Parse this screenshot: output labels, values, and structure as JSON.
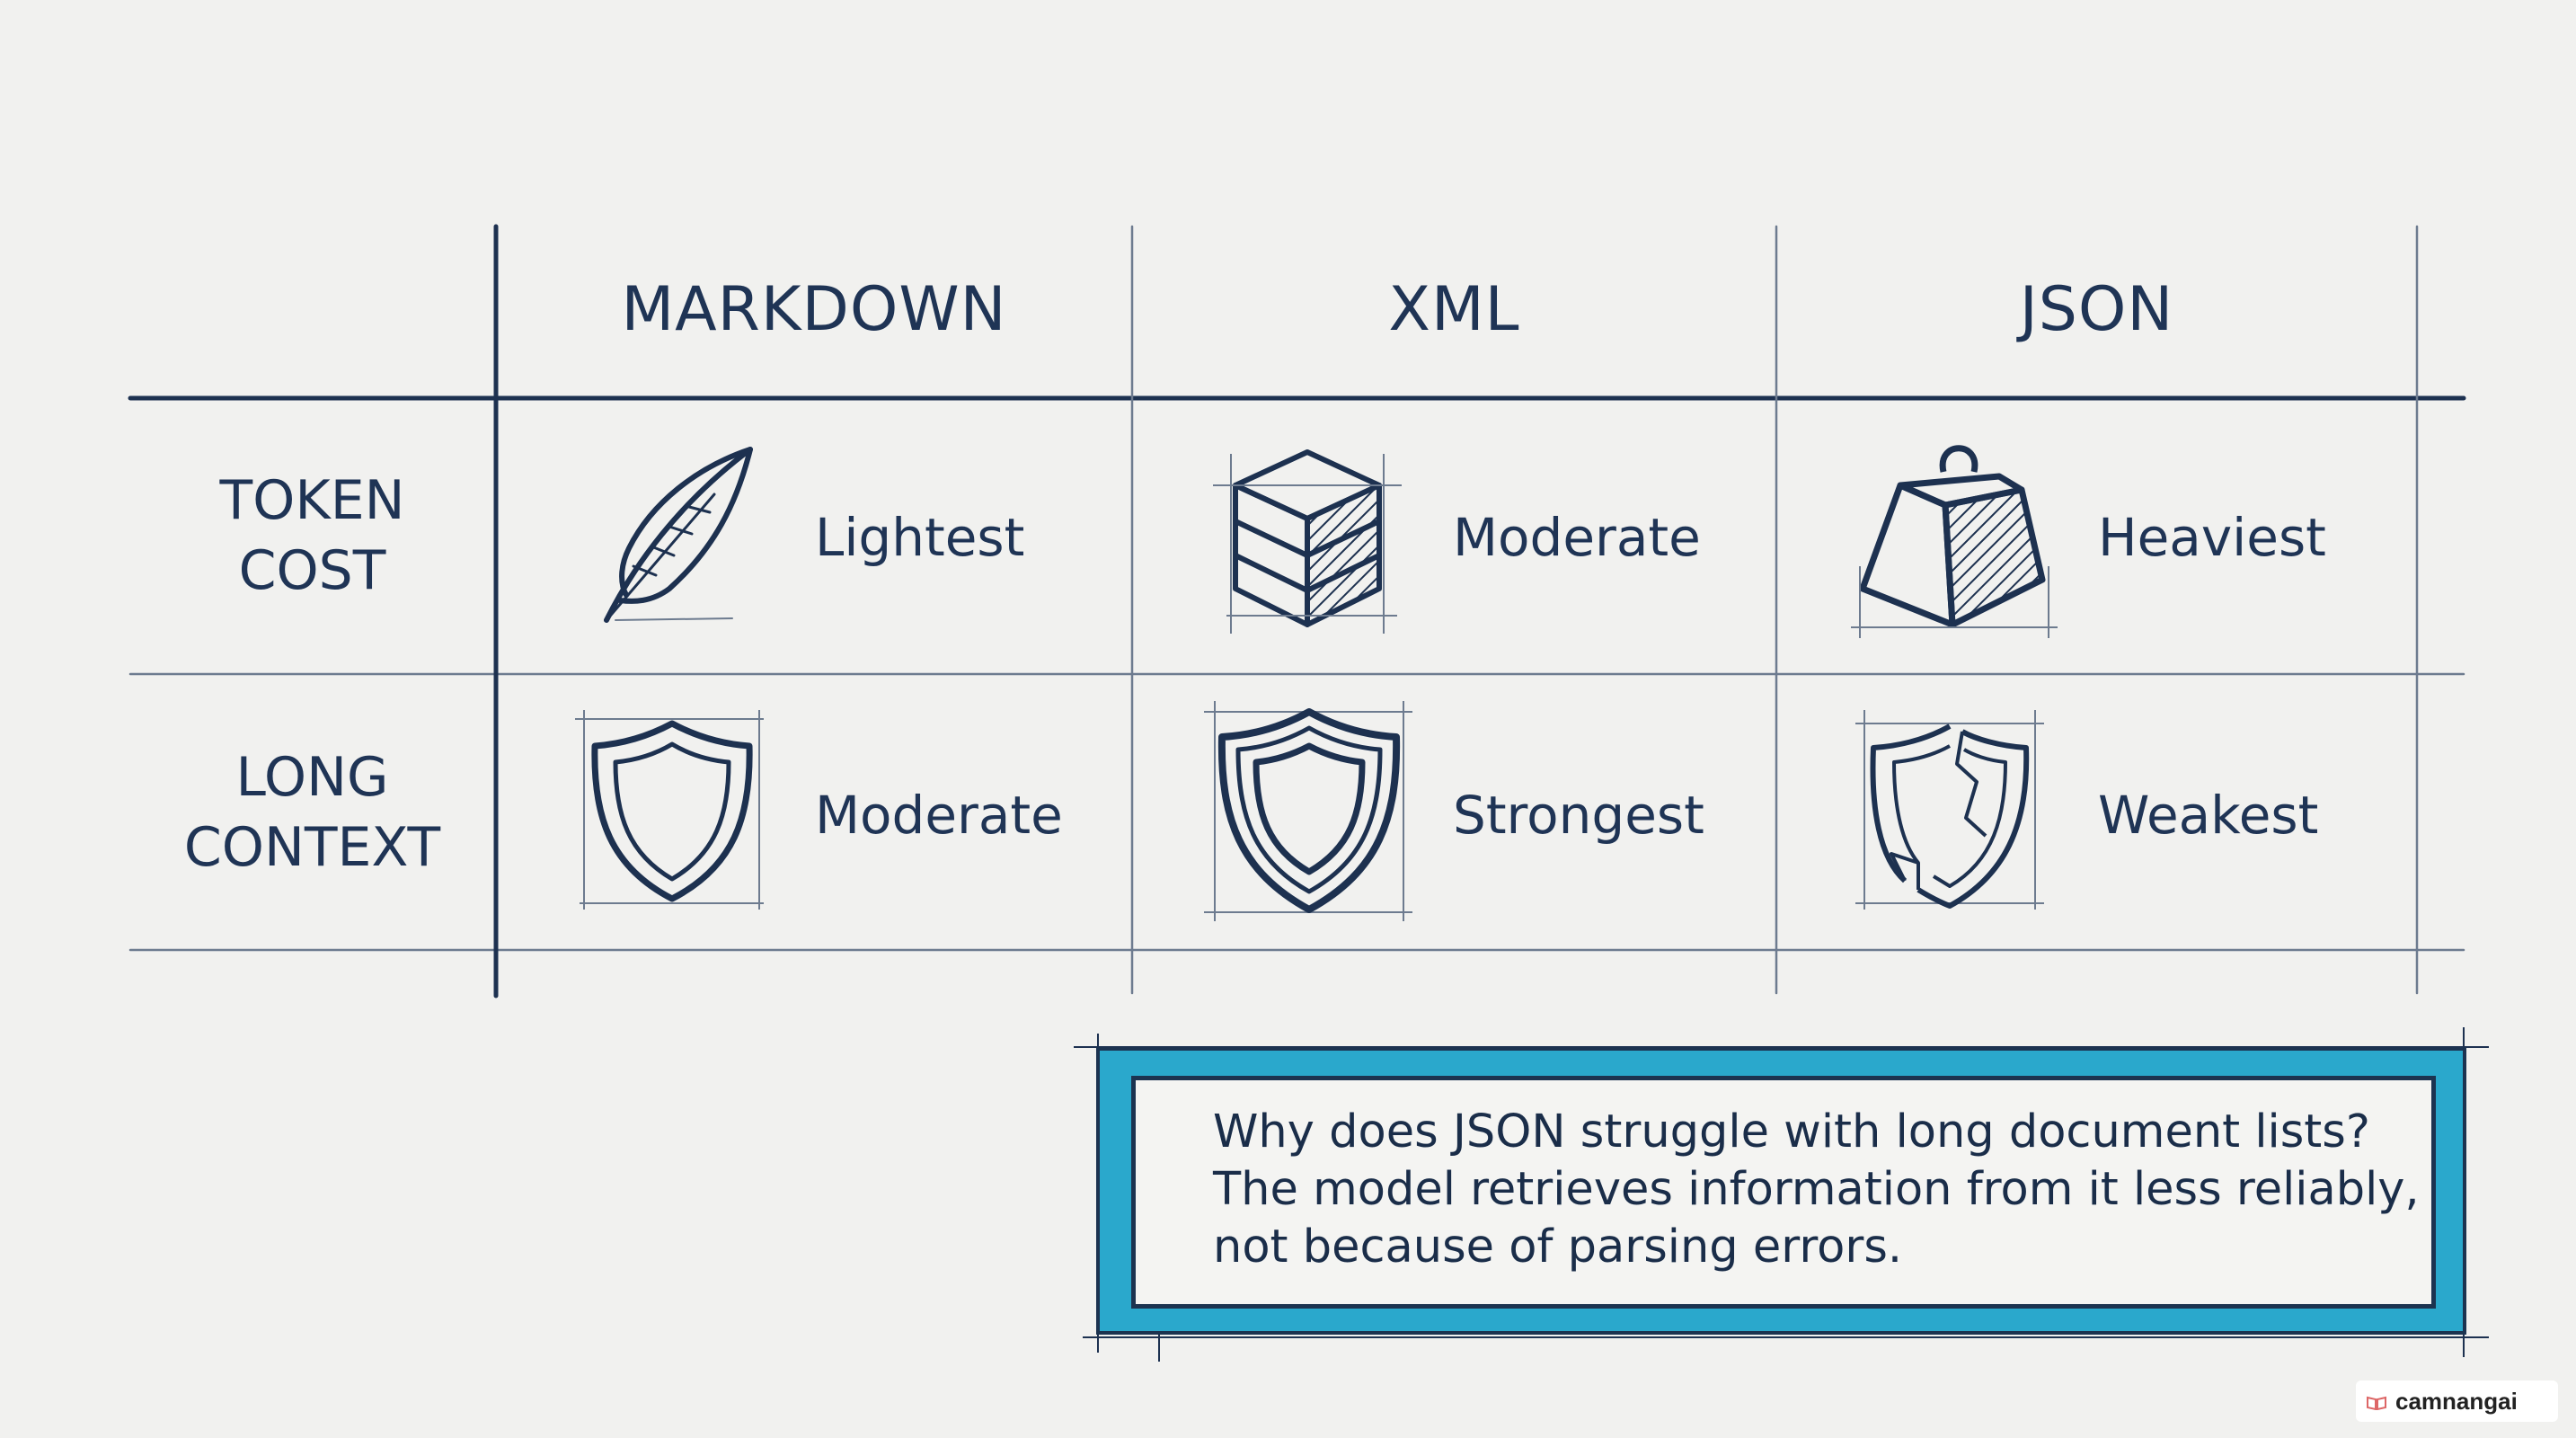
{
  "colors": {
    "ink": "#1d3150",
    "accent": "#2aa8cc",
    "background": "#f1f1ef"
  },
  "columns": [
    "MARKDOWN",
    "XML",
    "JSON"
  ],
  "rows": [
    {
      "label_lines": [
        "TOKEN",
        "COST"
      ],
      "cells": [
        {
          "icon": "feather-icon",
          "value": "Lightest"
        },
        {
          "icon": "stacked-blocks-icon",
          "value": "Moderate"
        },
        {
          "icon": "heavy-weight-icon",
          "value": "Heaviest"
        }
      ]
    },
    {
      "label_lines": [
        "LONG",
        "CONTEXT"
      ],
      "cells": [
        {
          "icon": "shield-icon",
          "value": "Moderate"
        },
        {
          "icon": "reinforced-shield-icon",
          "value": "Strongest"
        },
        {
          "icon": "cracked-shield-icon",
          "value": "Weakest"
        }
      ]
    }
  ],
  "callout": {
    "lines": [
      "Why does JSON struggle with long document lists?",
      "The model retrieves information from it less reliably,",
      "not because of parsing errors."
    ]
  },
  "watermark": "camnangai"
}
